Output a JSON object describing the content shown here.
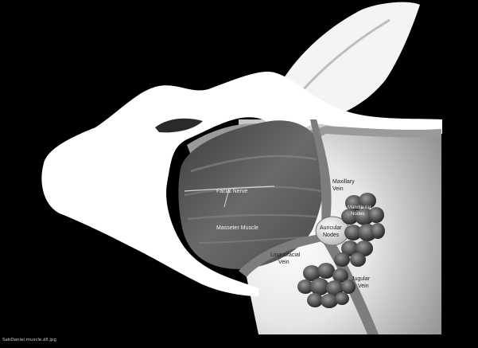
{
  "labels": {
    "facial_nerve": "Facial Nerve",
    "masseter_muscle": "Masseter Muscle",
    "maxillary_vein_line1": "Maxillary",
    "maxillary_vein_line2": "Vein",
    "auricular_nodes_line1": "Auricular",
    "auricular_nodes_line2": "Nodes",
    "mandibular_nodes_line1": "Mandibular",
    "mandibular_nodes_line2": "Nodes",
    "linguofacial_vein_line1": "Linguofacial",
    "linguofacial_vein_line2": "Vein",
    "jugular_vein_line1": "Jugular",
    "jugular_vein_line2": "Vein"
  },
  "credit": "SabDaniel.muscle.dll.jpg"
}
